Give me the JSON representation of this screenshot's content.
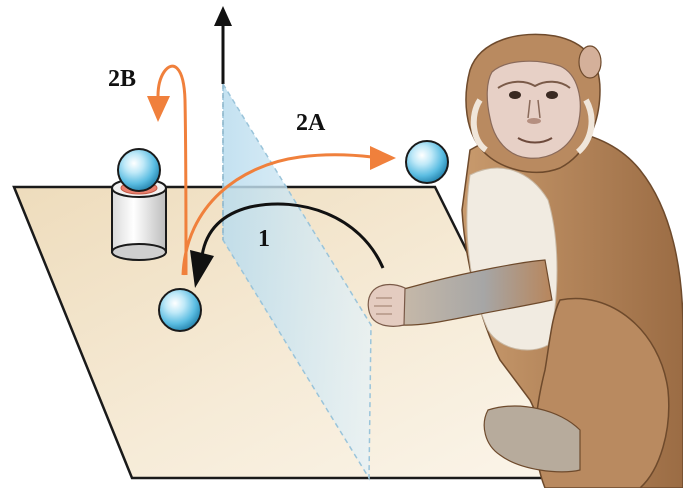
{
  "labels": {
    "step1": "1",
    "step2a": "2A",
    "step2b": "2B"
  },
  "colors": {
    "arrow_black": "#111111",
    "arrow_orange": "#f0803c",
    "table_fill": "#f4e6cf",
    "table_edge": "#1a1a1a",
    "mirror_fill": "#cfe6f2",
    "ball_fill": "#7fd0ee",
    "cylinder_cup": "#e9806e",
    "monkey_fur": "#b98a60",
    "monkey_fur_dark": "#9a6b45",
    "monkey_face": "#e7d0c6",
    "monkey_chest": "#f1ebe1",
    "monkey_arm_gray": "#a9a9a9"
  },
  "icons": [
    "ball-icon",
    "cylinder-icon",
    "mirror-icon",
    "monkey-illustration"
  ]
}
